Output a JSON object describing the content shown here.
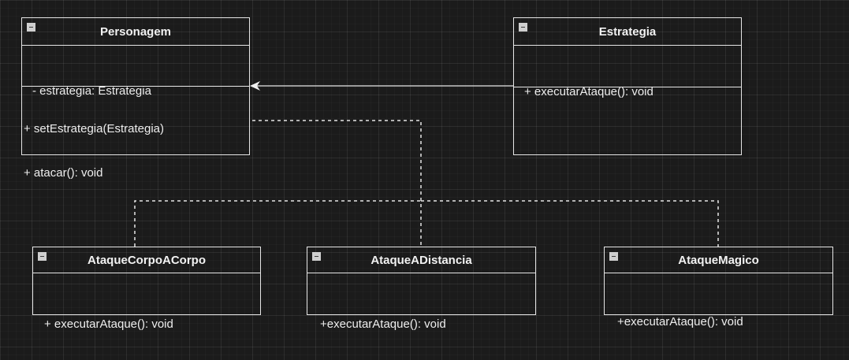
{
  "diagram": {
    "type": "uml-class-diagram",
    "classes": {
      "personagem": {
        "name": "Personagem",
        "attributes": [
          "- estrategia: Estrategia"
        ],
        "methods": [
          "+ setEstrategia(Estrategia)",
          "+ atacar(): void"
        ]
      },
      "estrategia": {
        "name": "Estrategia",
        "methods": [
          "+ executarAtaque(): void"
        ]
      },
      "ataque_corpo_a_corpo": {
        "name": "AtaqueCorpoACorpo",
        "methods": [
          "+ executarAtaque(): void"
        ]
      },
      "ataque_a_distancia": {
        "name": "AtaqueADistancia",
        "methods": [
          "+executarAtaque(): void"
        ]
      },
      "ataque_magico": {
        "name": "AtaqueMagico",
        "methods": [
          "+executarAtaque(): void"
        ]
      }
    },
    "relationships": [
      {
        "from": "Estrategia",
        "to": "Personagem",
        "style": "solid",
        "arrow": "open"
      },
      {
        "from": "AtaqueCorpoACorpo",
        "to": "Personagem",
        "style": "dashed",
        "arrow": "none"
      },
      {
        "from": "AtaqueADistancia",
        "to": "Personagem",
        "style": "dashed",
        "arrow": "none"
      },
      {
        "from": "AtaqueMagico",
        "to": "Personagem",
        "style": "dashed",
        "arrow": "none"
      }
    ],
    "colors": {
      "background": "#1b1b1b",
      "stroke": "#e6e6e6",
      "text": "#f0f0f0"
    }
  }
}
